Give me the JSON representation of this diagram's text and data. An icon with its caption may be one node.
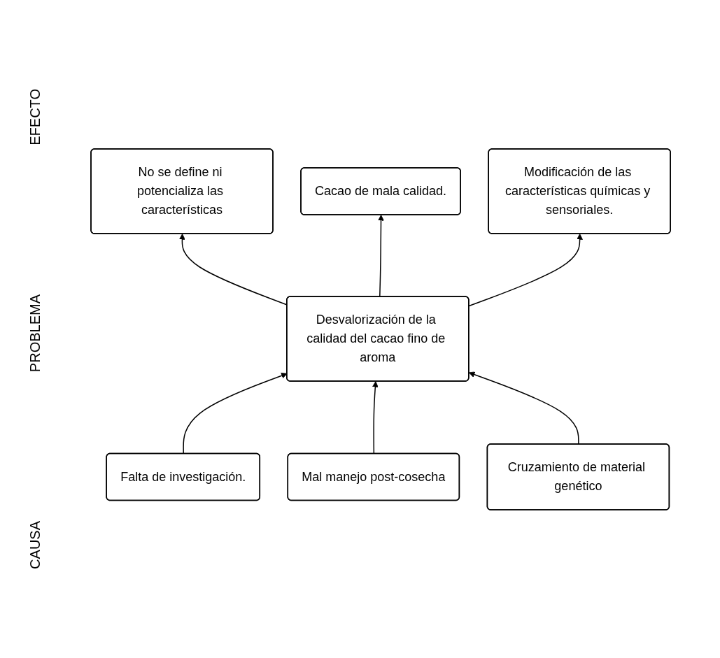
{
  "diagram": {
    "nodes": [
      {
        "text": [
          "No se define ni potencializa las características"
        ]
      },
      {
        "text": [
          "Cacao de mala calidad."
        ]
      },
      {
        "text": [
          "Modificación de las características químicas y sensoriales."
        ]
      },
      {
        "text": [
          "Desvalorización de la calidad del cacao fino de aroma"
        ]
      },
      {
        "text": [
          "Falta de investigación."
        ]
      },
      {
        "text": [
          "Mal manejo post-cosecha"
        ]
      },
      {
        "text": [
          "Cruzamiento de material genético"
        ]
      }
    ],
    "edges": [
      {
        "from": 3,
        "to": 0,
        "arrow": "to"
      },
      {
        "from": 3,
        "to": 1,
        "arrow": "to"
      },
      {
        "from": 3,
        "to": 2,
        "arrow": "to"
      },
      {
        "from": 4,
        "to": 3,
        "arrow": "to"
      },
      {
        "from": 5,
        "to": 3,
        "arrow": "to"
      },
      {
        "from": 6,
        "to": 3,
        "arrow": "to"
      }
    ],
    "labels": [
      "EFECTO",
      "PROBLEMA",
      "CAUSA"
    ]
  }
}
